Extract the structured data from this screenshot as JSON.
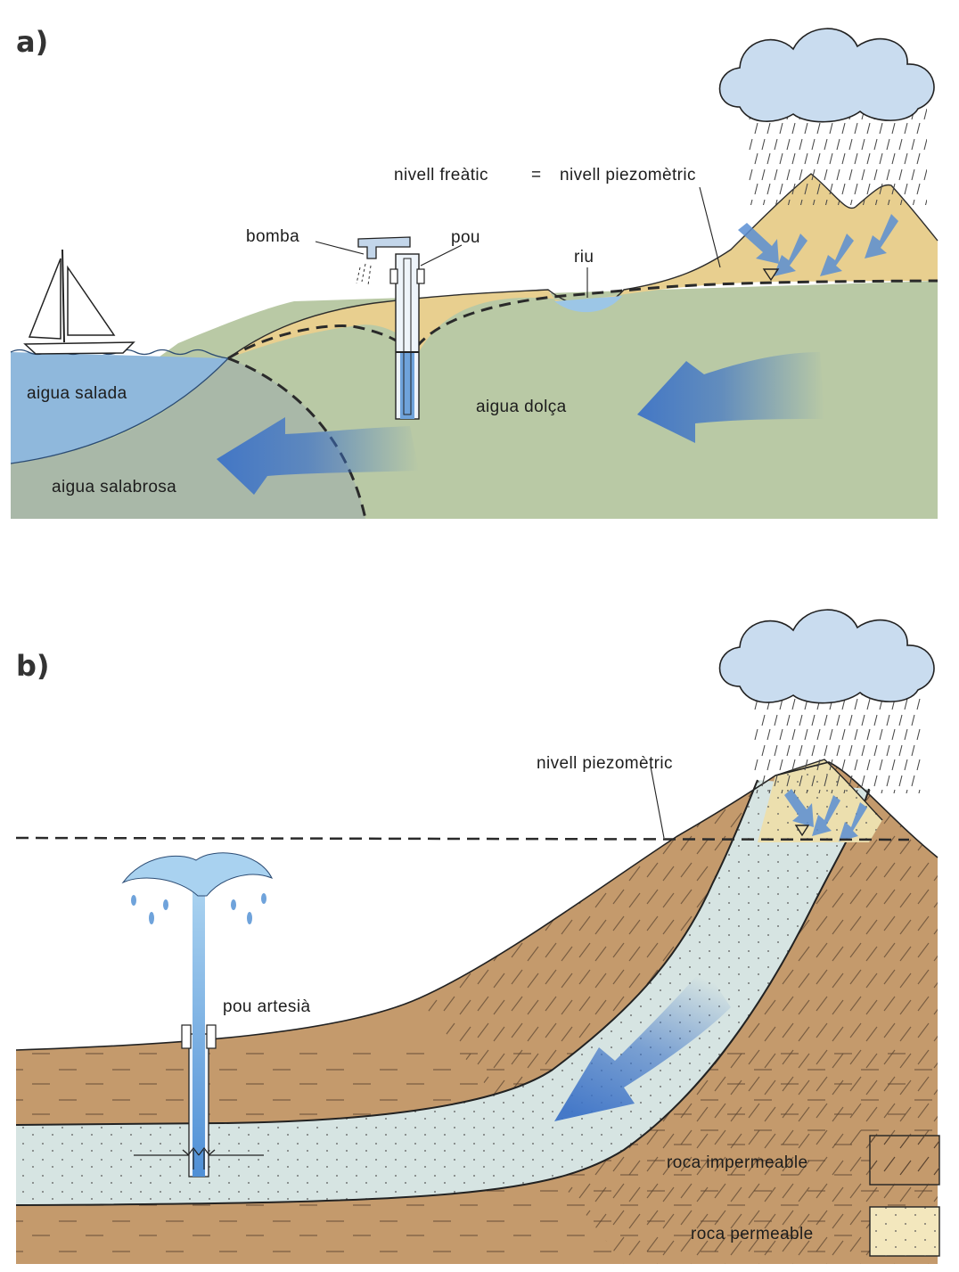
{
  "panel_a": {
    "tag": "a)",
    "labels": {
      "bomba": "bomba",
      "pou": "pou",
      "riu": "riu",
      "nivell_freatic": "nivell freàtic",
      "equals": "=",
      "nivell_piezometric": "nivell piezomètric",
      "aigua_salada": "aigua salada",
      "aigua_dolca": "aigua dolça",
      "aigua_salabrosa": "aigua salabrosa"
    }
  },
  "panel_b": {
    "tag": "b)",
    "labels": {
      "nivell_piezometric": "nivell piezomètric",
      "pou_artesia": "pou artesià"
    },
    "legend": [
      {
        "label": "roca impermeable",
        "swatch": "impermeable"
      },
      {
        "label": "roca permeable",
        "swatch": "permeable"
      }
    ]
  },
  "colors": {
    "sea": "#8fb8dc",
    "fresh_water_ground": "#b9c9a5",
    "brackish_ground": "#a9b8a8",
    "sand": "#e8cf8f",
    "impermeable_rock": "#c49a6c",
    "permeable_rock": "#d6e4e2",
    "flow_arrow": "#3d73c7",
    "cloud": "#c9dcef"
  }
}
